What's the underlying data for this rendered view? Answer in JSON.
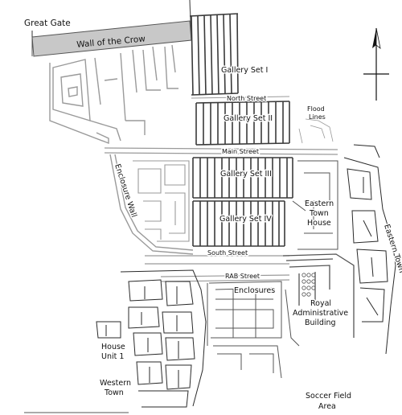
{
  "labels": {
    "great_gate": "Great Gate",
    "wall_of_the_crow": "Wall of the Crow",
    "gallery_set_1": "Gallery Set I",
    "gallery_set_2": "Gallery Set II",
    "gallery_set_3": "Gallery Set III",
    "gallery_set_4": "Gallery Set IV",
    "north_street": "North Street",
    "main_street": "Main Street",
    "south_street": "South Street",
    "rab_street": "RAB Street",
    "flood_lines_1": "Flood",
    "flood_lines_2": "Lines",
    "enclosure_wall": "Enclosure Wall",
    "eastern_town_house_1": "Eastern",
    "eastern_town_house_2": "Town",
    "eastern_town_house_3": "House",
    "eastern_town": "Eastern Town",
    "enclosures": "Enclosures",
    "royal_admin_1": "Royal",
    "royal_admin_2": "Administrative",
    "royal_admin_3": "Building",
    "house_unit_1_a": "House",
    "house_unit_1_b": "Unit 1",
    "western_town_1": "Western",
    "western_town_2": "Town",
    "soccer_field_1": "Soccer Field",
    "soccer_field_2": "Area"
  },
  "colors": {
    "wall_fill": "#c8c8c8",
    "wall_stroke": "#555555",
    "gallery_stroke": "#3a3a3a",
    "light_stroke": "#9a9a9a",
    "dense_stroke": "#2a2a2a"
  },
  "icons": {
    "north_arrow": "north-arrow-icon"
  }
}
